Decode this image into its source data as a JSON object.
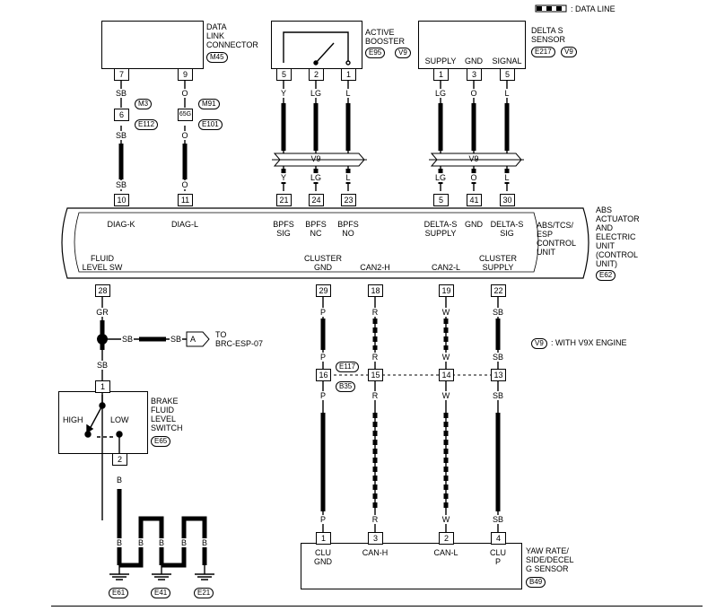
{
  "legend": {
    "data_line": ": DATA LINE",
    "with_engine": ": WITH V9X ENGINE",
    "engine_code": "V9"
  },
  "components": {
    "data_link": {
      "name": "DATA\nLINK\nCONNECTOR",
      "code": "M45",
      "pins": [
        "7",
        "9"
      ]
    },
    "active_booster": {
      "name": "ACTIVE\nBOOSTER",
      "code": "E95",
      "variant": "V9",
      "pins": [
        "5",
        "2",
        "1"
      ]
    },
    "delta_s": {
      "name": "DELTA S\nSENSOR",
      "code": "E217",
      "variant": "V9",
      "pins": [
        "1",
        "3",
        "5"
      ],
      "pin_labels": [
        "SUPPLY",
        "GND",
        "SIGNAL"
      ]
    },
    "abs": {
      "name": "ABS\nACTUATOR\nAND\nELECTRIC\nUNIT\n(CONTROL\nUNIT)",
      "code": "E62",
      "inner_name": "ABS/TCS/\nESP\nCONTROL\nUNIT",
      "top_pins": [
        "10",
        "11",
        "21",
        "24",
        "23",
        "5",
        "41",
        "30"
      ],
      "top_labels": [
        "DIAG-K",
        "DIAG-L",
        "BPFS\nSIG",
        "BPFS\nNC",
        "BPFS\nNO",
        "DELTA-S\nSUPPLY",
        "GND",
        "DELTA-S\nSIG"
      ],
      "bottom_pins": [
        "28",
        "29",
        "18",
        "19",
        "22"
      ],
      "bottom_labels": [
        "FLUID\nLEVEL SW",
        "CLUSTER\nGND",
        "CAN2-H",
        "CAN2-L",
        "CLUSTER\nSUPPLY"
      ]
    },
    "brake_fluid": {
      "name": "BRAKE\nFLUID\nLEVEL\nSWITCH",
      "code": "E65",
      "pins": [
        "1",
        "2"
      ],
      "high": "HIGH",
      "low": "LOW"
    },
    "yaw": {
      "name": "YAW RATE/\nSIDE/DECEL\nG SENSOR",
      "code": "B49",
      "pins": [
        "1",
        "3",
        "2",
        "4"
      ],
      "pin_labels": [
        "CLU\nGND",
        "CAN-H",
        "CAN-L",
        "CLU\nP"
      ]
    }
  },
  "connectors": {
    "m3": "M3",
    "m91": "M91",
    "e112": "E112",
    "e101": "E101",
    "pin6": "6",
    "pin65g": "65G",
    "e117": "E117",
    "b35": "B35",
    "pins_16_15_14_13": [
      "16",
      "15",
      "14",
      "13"
    ]
  },
  "harness_v9": "V9",
  "wire_colors": {
    "dl_upper": [
      "SB",
      "O"
    ],
    "dl_lower": [
      "SB",
      "O"
    ],
    "dl_bottom": [
      "SB",
      "O"
    ],
    "booster_top": [
      "Y",
      "LG",
      "L"
    ],
    "booster_bottom": [
      "Y",
      "LG",
      "L"
    ],
    "delta_top": [
      "LG",
      "O",
      "L"
    ],
    "delta_bottom": [
      "LG",
      "O",
      "L"
    ],
    "abs_down": [
      "GR",
      "P",
      "R",
      "W",
      "SB"
    ],
    "mid_upper": [
      "P",
      "R",
      "W",
      "SB"
    ],
    "mid_lower": [
      "P",
      "R",
      "W",
      "SB"
    ],
    "yaw_top": [
      "P",
      "R",
      "W",
      "SB"
    ],
    "splice_sb1": "SB",
    "splice_sb2": "SB",
    "splice_down": "SB",
    "bfl_bottom": "B",
    "gnd_b": [
      "B",
      "B",
      "B",
      "B",
      "B"
    ]
  },
  "to_brc": {
    "connector": "A",
    "text": "TO\nBRC-ESP-07"
  },
  "grounds": [
    "E61",
    "E41",
    "E21"
  ]
}
